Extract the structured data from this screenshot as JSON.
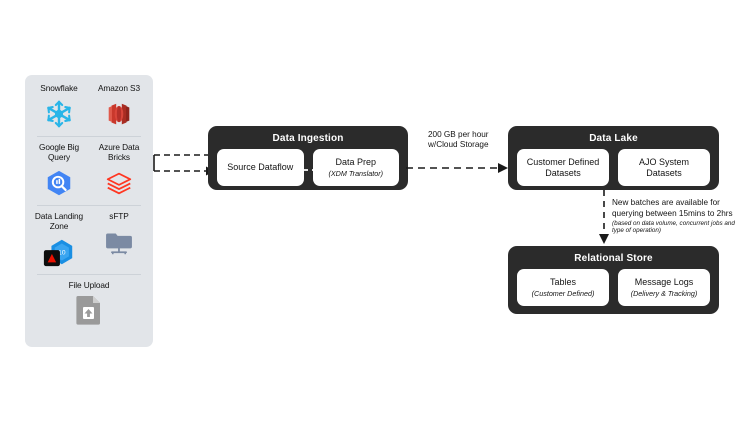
{
  "diagram": {
    "sources_panel": {
      "name": "data-sources",
      "groups": [
        {
          "items": [
            {
              "label": "Snowflake",
              "icon": "snowflake-icon",
              "color": "#29b5e8"
            },
            {
              "label": "Amazon S3",
              "icon": "amazon-s3-icon",
              "color": "#c9382c"
            }
          ]
        },
        {
          "items": [
            {
              "label": "Google Big Query",
              "icon": "google-bigquery-icon",
              "color": "#4285f4"
            },
            {
              "label": "Azure Data Bricks",
              "icon": "azure-databricks-icon",
              "color": "#ff3621"
            }
          ]
        },
        {
          "items": [
            {
              "label": "Data Landing Zone",
              "icon": "data-landing-zone-icon",
              "color": "#0f8bd7"
            },
            {
              "label": "sFTP",
              "icon": "sftp-icon",
              "color": "#7b8aa3"
            }
          ]
        },
        {
          "items": [
            {
              "label": "File Upload",
              "icon": "file-upload-icon",
              "color": "#9a9a9a"
            }
          ]
        }
      ]
    },
    "stages": {
      "ingestion": {
        "title": "Data Ingestion",
        "nodes": [
          {
            "main": "Source Dataflow",
            "sub": ""
          },
          {
            "main": "Data Prep",
            "sub": "(XDM Translator)"
          }
        ]
      },
      "data_lake": {
        "title": "Data Lake",
        "nodes": [
          {
            "main": "Customer Defined Datasets",
            "sub": ""
          },
          {
            "main": "AJO System Datasets",
            "sub": ""
          }
        ]
      },
      "relational_store": {
        "title": "Relational Store",
        "nodes": [
          {
            "main": "Tables",
            "sub": "(Customer Defined)"
          },
          {
            "main": "Message Logs",
            "sub": "(Delivery & Tracking)"
          }
        ]
      }
    },
    "annotations": {
      "throughput": "200 GB per hour\nw/Cloud Storage",
      "batch_note_main": "New batches are available for querying between 15mins to 2hrs",
      "batch_note_sub": "(based on data volume, concurrent jobs and type of operation)"
    },
    "colors": {
      "box_dark": "#2b2b2b",
      "panel_bg": "#e2e5e9",
      "canvas_bg": "#ffffff"
    }
  }
}
